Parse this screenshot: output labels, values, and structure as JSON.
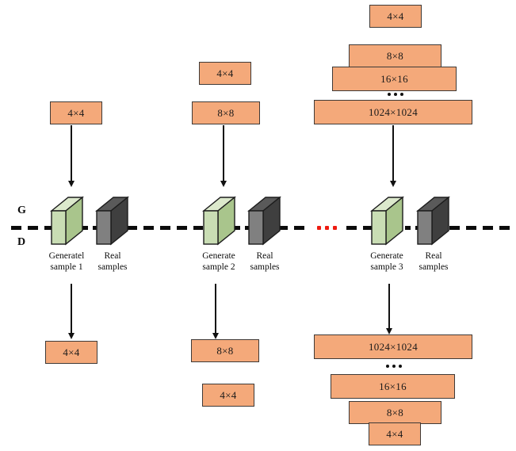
{
  "diagram": {
    "title": "Progressive growing GAN training schematic",
    "colors": {
      "box_fill": "#F4A97A",
      "box_stroke": "#3f3a37",
      "generated_front": "#C9DDB4",
      "generated_top": "#DCE9CC",
      "generated_side": "#A9C58C",
      "real_front": "#808080",
      "real_top": "#5A5A5A",
      "real_side": "#3F3F3F",
      "line": "#111111",
      "ellipsis_red": "#EE1B11"
    },
    "axis": {
      "generator_label": "G",
      "discriminator_label": "D"
    },
    "ellipsis": {
      "red_dots": 3,
      "black_dots": 3
    },
    "stages": [
      {
        "id": "stage-1",
        "generated_caption_line1": "Generatel",
        "generated_caption_line2": "sample 1",
        "real_caption_line1": "Real",
        "real_caption_line2": "samples",
        "upper_stack": [
          {
            "label": "4×4"
          }
        ],
        "lower_stack": [
          {
            "label": "4×4"
          }
        ]
      },
      {
        "id": "stage-2",
        "generated_caption_line1": "Generate",
        "generated_caption_line2": "sample 2",
        "real_caption_line1": "Real",
        "real_caption_line2": "samples",
        "upper_stack": [
          {
            "label": "4×4"
          },
          {
            "label": "8×8"
          }
        ],
        "lower_stack": [
          {
            "label": "8×8"
          },
          {
            "label": "4×4"
          }
        ]
      },
      {
        "id": "stage-3",
        "generated_caption_line1": "Generate",
        "generated_caption_line2": "sample 3",
        "real_caption_line1": "Real",
        "real_caption_line2": "samples",
        "upper_stack": [
          {
            "label": "4×4"
          },
          {
            "label": "8×8"
          },
          {
            "label": "16×16"
          },
          {
            "label": "…"
          },
          {
            "label": "1024×1024"
          }
        ],
        "lower_stack": [
          {
            "label": "1024×1024"
          },
          {
            "label": "…"
          },
          {
            "label": "16×16"
          },
          {
            "label": "8×8"
          },
          {
            "label": "4×4"
          }
        ]
      }
    ]
  }
}
